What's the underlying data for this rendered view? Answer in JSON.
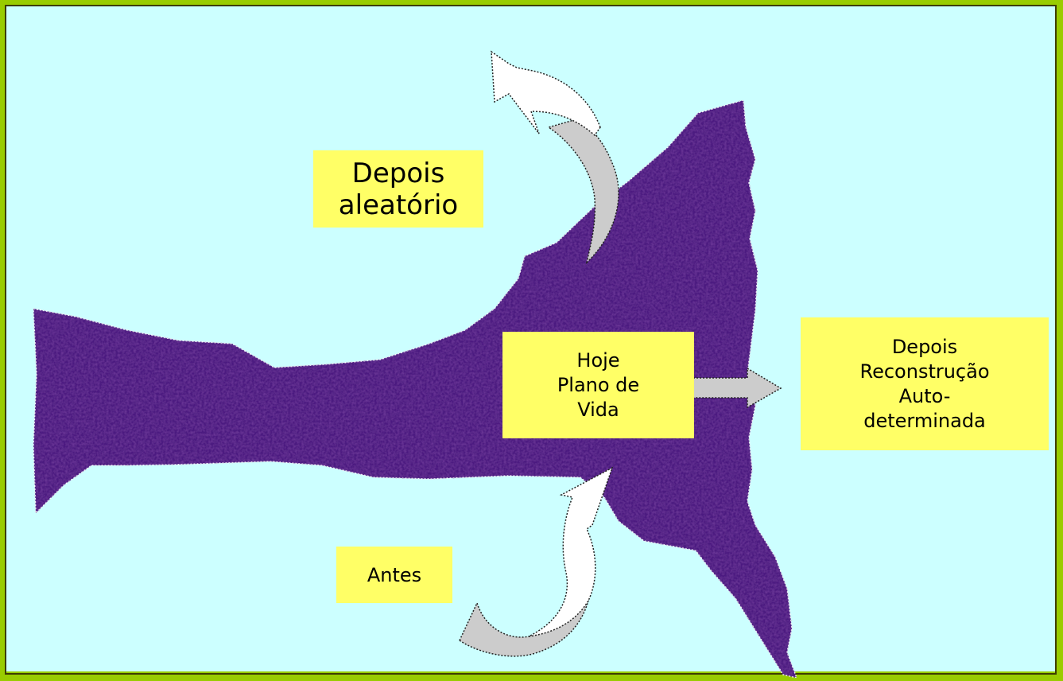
{
  "colors": {
    "outer_border": "#99cc00",
    "background": "#ccffff",
    "shape_fill": "#4b1a80",
    "label_fill": "#ffff66",
    "arrow_fill": "#ffffff",
    "arrow_shade": "#cccccc"
  },
  "labels": {
    "depois_aleatorio": "Depois\naleatório",
    "hoje": "Hoje\nPlano de\nVida",
    "reconstrucao": "Depois\nReconstrução\nAuto-\ndeterminada",
    "antes": "Antes"
  },
  "icons": {
    "arrow_up": "curved-arrow-up-left-icon",
    "arrow_right": "straight-arrow-right-icon",
    "arrow_bottom": "curved-arrow-up-icon"
  }
}
